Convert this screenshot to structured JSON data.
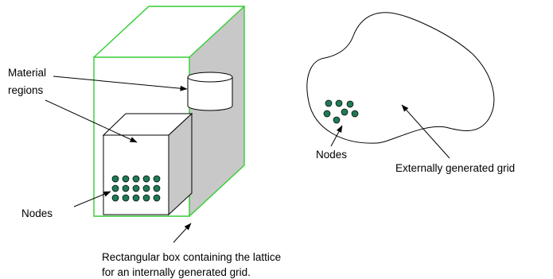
{
  "labels": {
    "material_regions_line1": "Material",
    "material_regions_line2": "regions",
    "nodes_left": "Nodes",
    "nodes_right": "Nodes",
    "external_grid": "Externally generated grid",
    "lattice_caption_line1": "Rectangular box containing the lattice",
    "lattice_caption_line2": "for an internally generated grid."
  },
  "colors": {
    "lattice_box_edge": "#33cc33",
    "box_side_fill": "#c8c8c8",
    "node_fill": "#1f7a55",
    "stroke": "#000000"
  }
}
